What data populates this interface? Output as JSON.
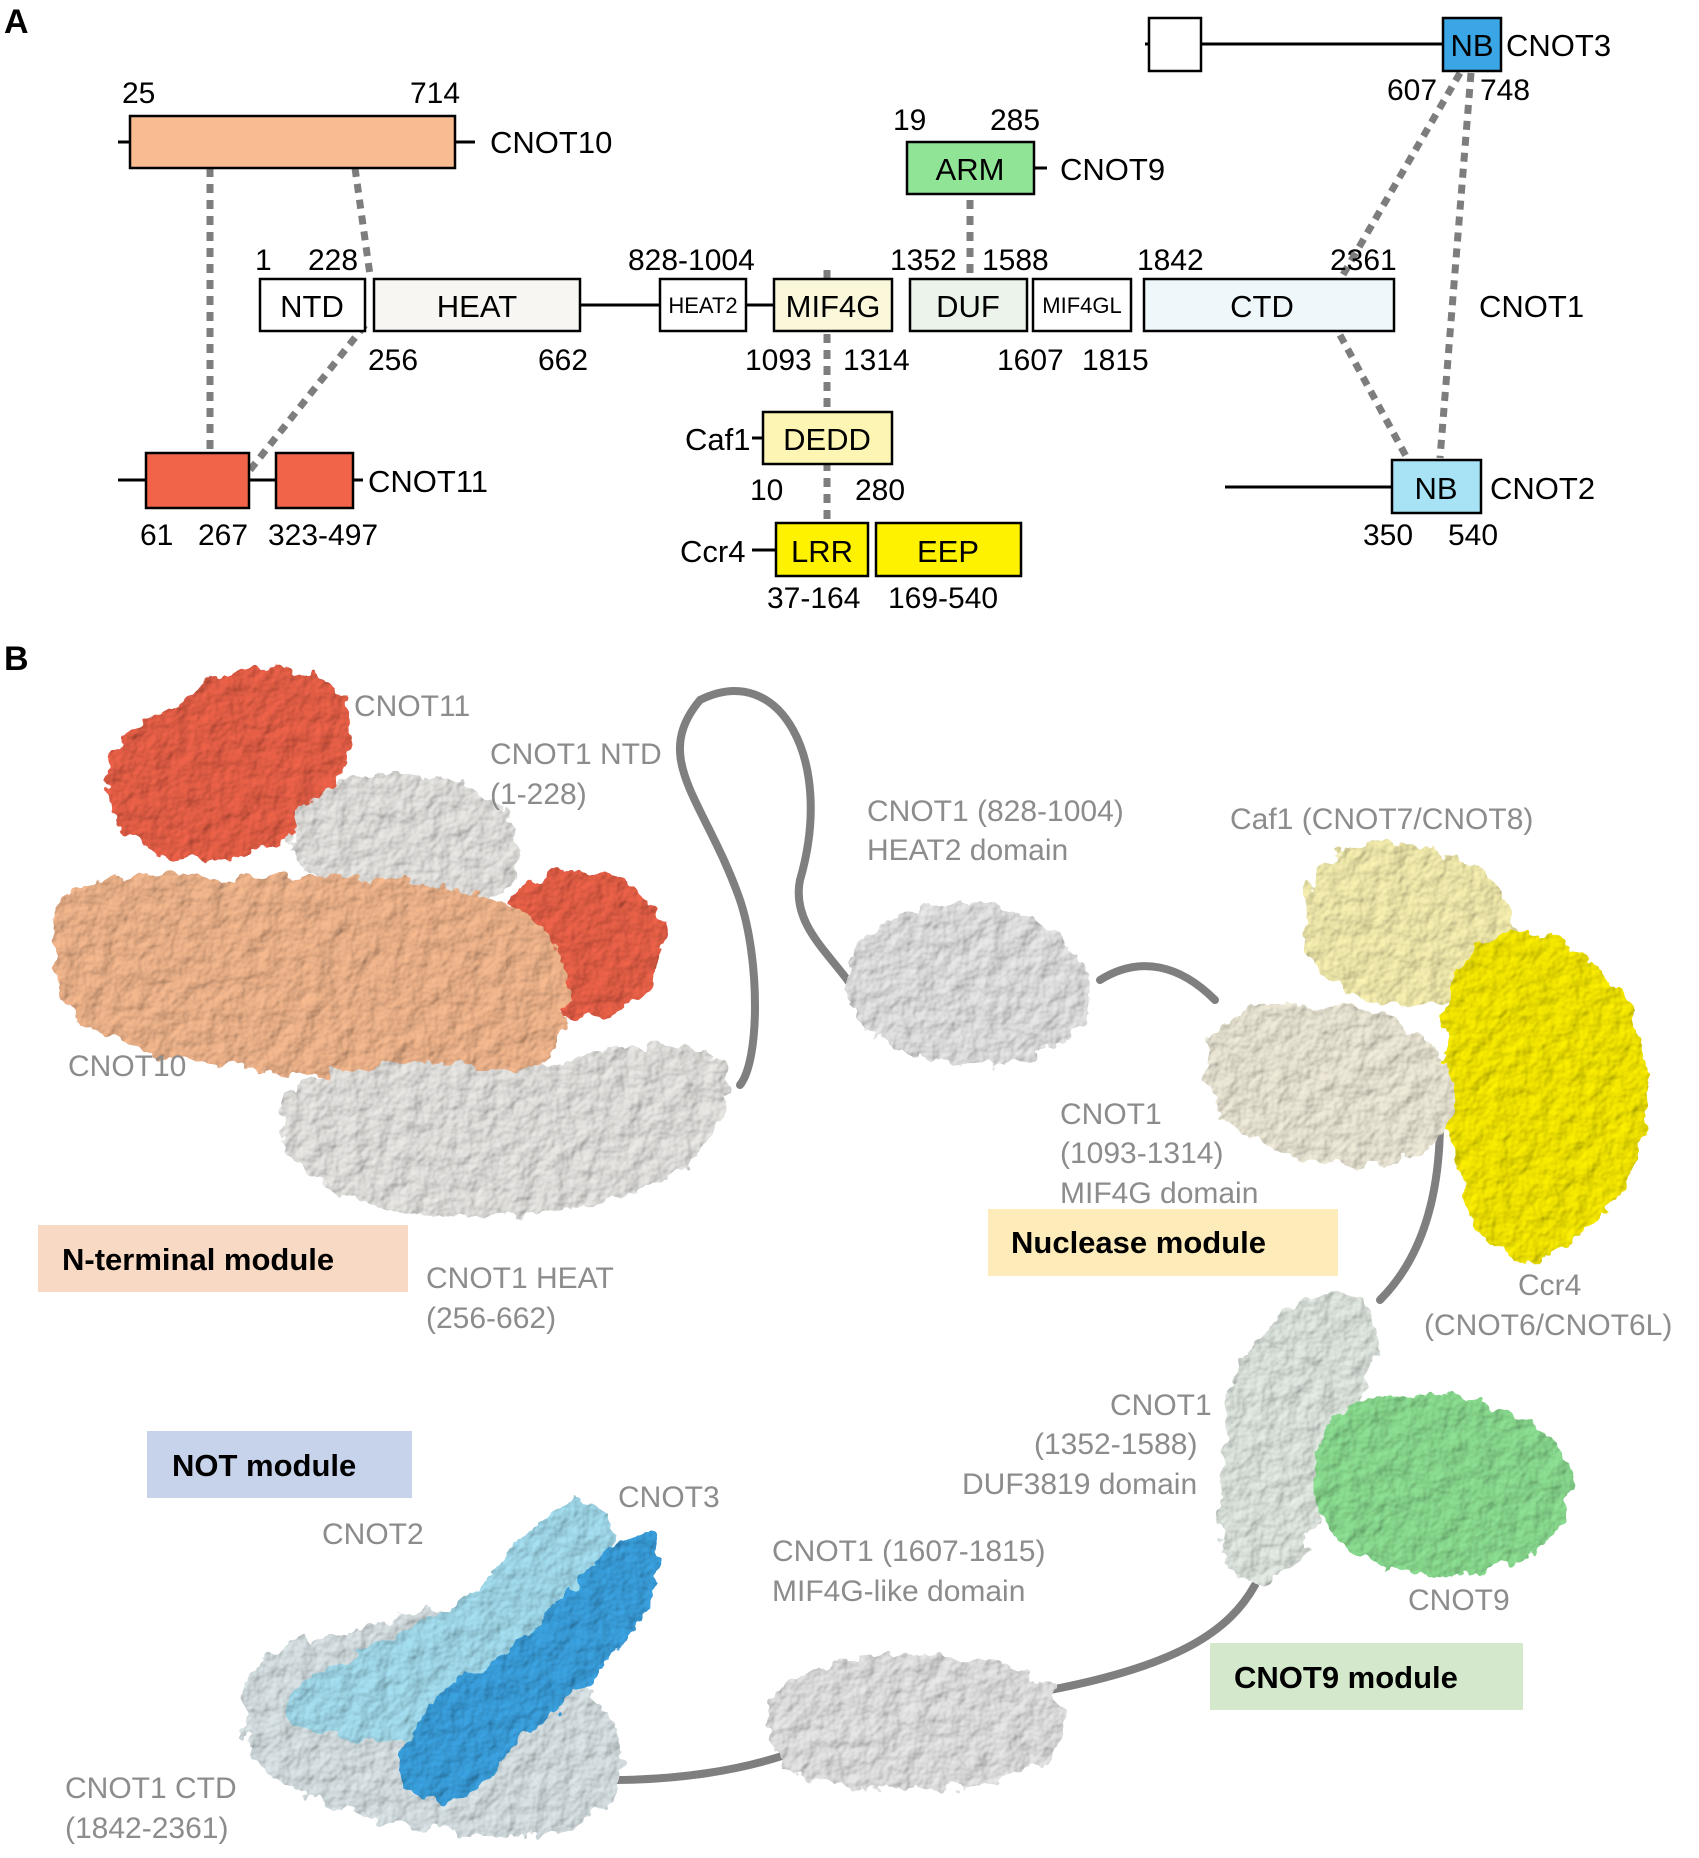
{
  "panels": {
    "a": "A",
    "b": "B"
  },
  "panel_a": {
    "cnot3": {
      "name": "CNOT3",
      "domain": "NB",
      "start": "607",
      "end": "748",
      "color": "#3aa6e6",
      "empty_box_color": "#ffffff"
    },
    "cnot10": {
      "name": "CNOT10",
      "start": "25",
      "end": "714",
      "color": "#f9bc91"
    },
    "cnot9": {
      "name": "CNOT9",
      "domain": "ARM",
      "start": "19",
      "end": "285",
      "color": "#8fe495"
    },
    "cnot1": {
      "name": "CNOT1",
      "domains": [
        {
          "label": "NTD",
          "color": "#ffffff"
        },
        {
          "label": "HEAT",
          "color": "#f7f6f3"
        },
        {
          "label": "HEAT2",
          "color": "#ffffff"
        },
        {
          "label": "MIF4G",
          "color": "#fbf7da"
        },
        {
          "label": "DUF",
          "color": "#ebf3ea"
        },
        {
          "label": "MIF4GL",
          "color": "#ffffff"
        },
        {
          "label": "CTD",
          "color": "#eef8fb"
        }
      ],
      "top_numbers": {
        "n1": "1",
        "n228": "228",
        "heat2": "828-1004",
        "n1352": "1352",
        "n1588": "1588",
        "n1842": "1842",
        "n2361": "2361"
      },
      "bottom_numbers": {
        "n256": "256",
        "n662": "662",
        "n1093": "1093",
        "n1314": "1314",
        "n1607": "1607",
        "n1815": "1815"
      }
    },
    "cnot11": {
      "name": "CNOT11",
      "n61": "61",
      "n267": "267",
      "range2": "323-497",
      "color": "#f2644a"
    },
    "caf1": {
      "name": "Caf1",
      "domain": "DEDD",
      "start": "10",
      "end": "280",
      "color": "#fdf5b4"
    },
    "ccr4": {
      "name": "Ccr4",
      "lrr": "LRR",
      "eep": "EEP",
      "lrr_range": "37-164",
      "eep_range": "169-540",
      "color": "#fff200"
    },
    "cnot2": {
      "name": "CNOT2",
      "domain": "NB",
      "start": "350",
      "end": "540",
      "color": "#a7e3f5"
    }
  },
  "panel_b": {
    "labels": {
      "cnot11": "CNOT11",
      "ntd1": "CNOT1 NTD",
      "ntd2": "(1-228)",
      "heat2_1": "CNOT1 (828-1004)",
      "heat2_2": "HEAT2 domain",
      "caf1": "Caf1 (CNOT7/CNOT8)",
      "cnot10": "CNOT10",
      "mif4g1": "CNOT1",
      "mif4g2": "(1093-1314)",
      "mif4g3": "MIF4G domain",
      "heat1": "CNOT1 HEAT",
      "heat2": "(256-662)",
      "ccr4_1": "Ccr4",
      "ccr4_2": "(CNOT6/CNOT6L)",
      "duf1": "CNOT1",
      "duf2": "(1352-1588)",
      "duf3": "DUF3819 domain",
      "cnot3": "CNOT3",
      "cnot2": "CNOT2",
      "mif4gl1": "CNOT1 (1607-1815)",
      "mif4gl2": "MIF4G-like domain",
      "cnot9": "CNOT9",
      "ctd1": "CNOT1 CTD",
      "ctd2": "(1842-2361)"
    },
    "modules": {
      "nterm": {
        "label": "N-terminal module",
        "color": "#f8d9c4"
      },
      "nuclease": {
        "label": "Nuclease module",
        "color": "#fdebb9"
      },
      "not": {
        "label": "NOT module",
        "color": "#c6d3ea"
      },
      "cnot9": {
        "label": "CNOT9 module",
        "color": "#d4e9cb"
      }
    },
    "label_colors": {
      "cnot11": "#cc5a23",
      "cnot10": "#f3ab80",
      "cnot3": "#2f7fc0",
      "cnot2": "#5fb1e8",
      "cnot9": "#68c26a",
      "ccr4": "#8c8c8c",
      "grey": "#8c8c8c"
    }
  }
}
